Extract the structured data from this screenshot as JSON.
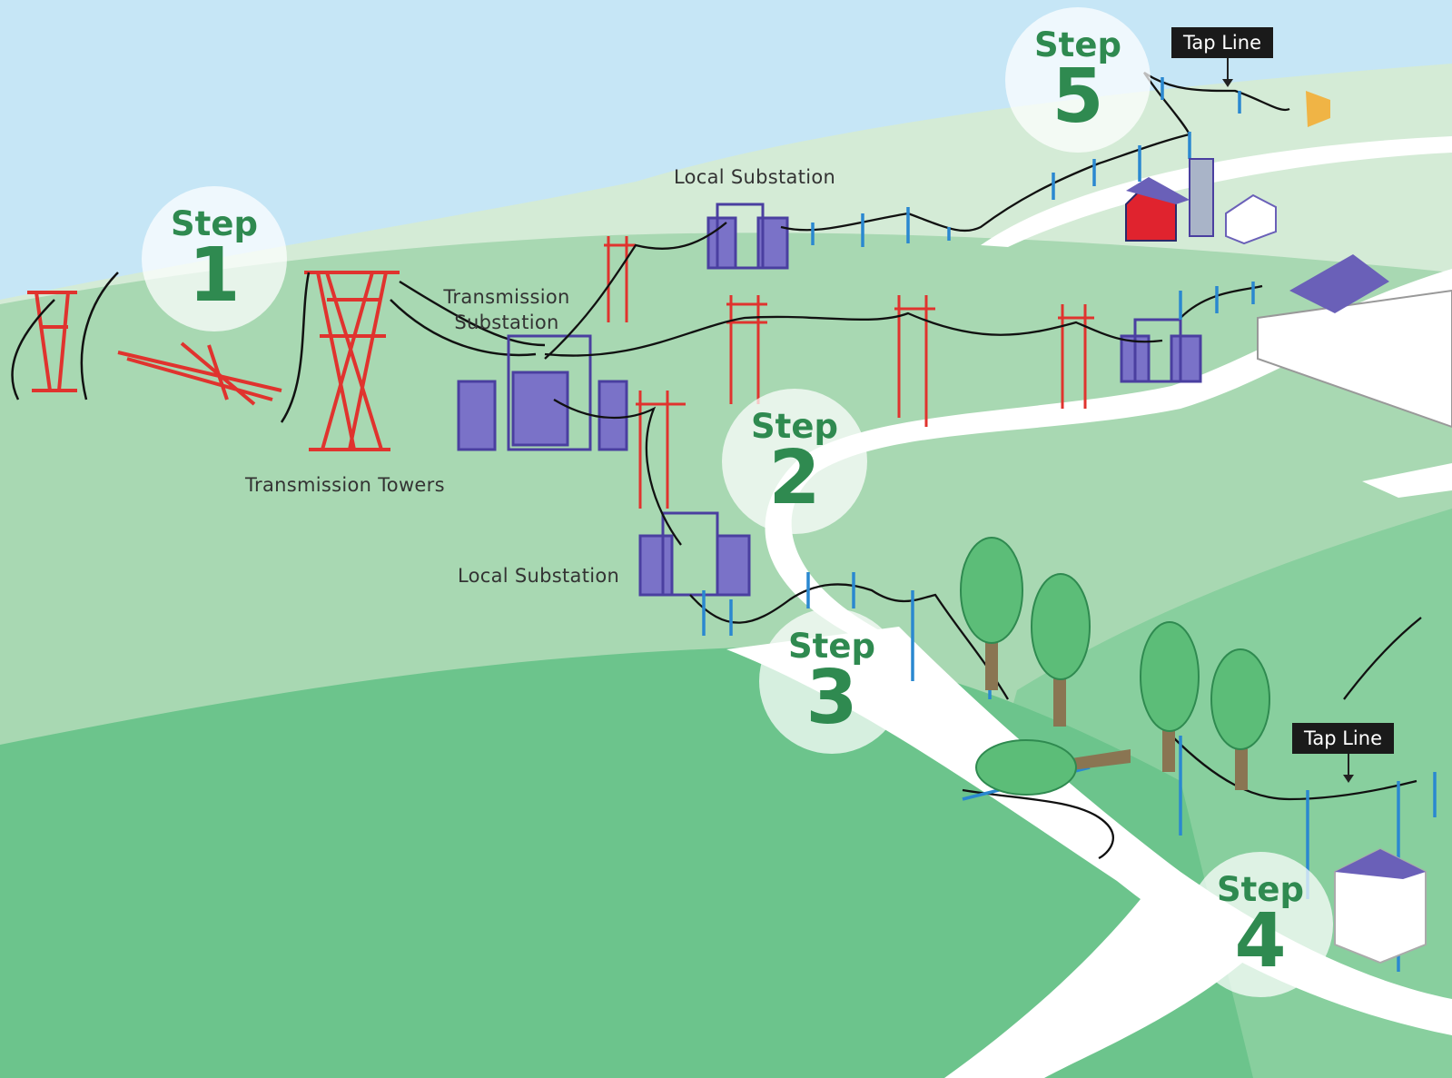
{
  "labels": {
    "transmission_towers": "Transmission Towers",
    "transmission_substation_line1": "Transmission",
    "transmission_substation_line2": "Substation",
    "local_substation_top": "Local Substation",
    "local_substation_mid": "Local Substation"
  },
  "steps": [
    {
      "word": "Step",
      "number": "1"
    },
    {
      "word": "Step",
      "number": "2"
    },
    {
      "word": "Step",
      "number": "3"
    },
    {
      "word": "Step",
      "number": "4"
    },
    {
      "word": "Step",
      "number": "5"
    }
  ],
  "tap_lines": [
    {
      "text": "Tap Line"
    },
    {
      "text": "Tap Line"
    }
  ],
  "colors": {
    "sky": "#c6e6f6",
    "hill_far": "#d4ebd6",
    "hill_mid": "#a8d8b2",
    "hill_near": "#6cc48c",
    "road": "#ffffff",
    "tower": "#e0332e",
    "substation": "#6a60b8",
    "pole": "#2a88d0",
    "tree": "#5cbd78",
    "step_text": "#2f8a50"
  },
  "icons": [
    "transmission-tower-icon",
    "fallen-tower-icon",
    "substation-icon",
    "utility-pole-icon",
    "tree-icon",
    "fallen-tree-icon",
    "barn-icon",
    "silo-icon",
    "house-icon",
    "factory-icon"
  ]
}
